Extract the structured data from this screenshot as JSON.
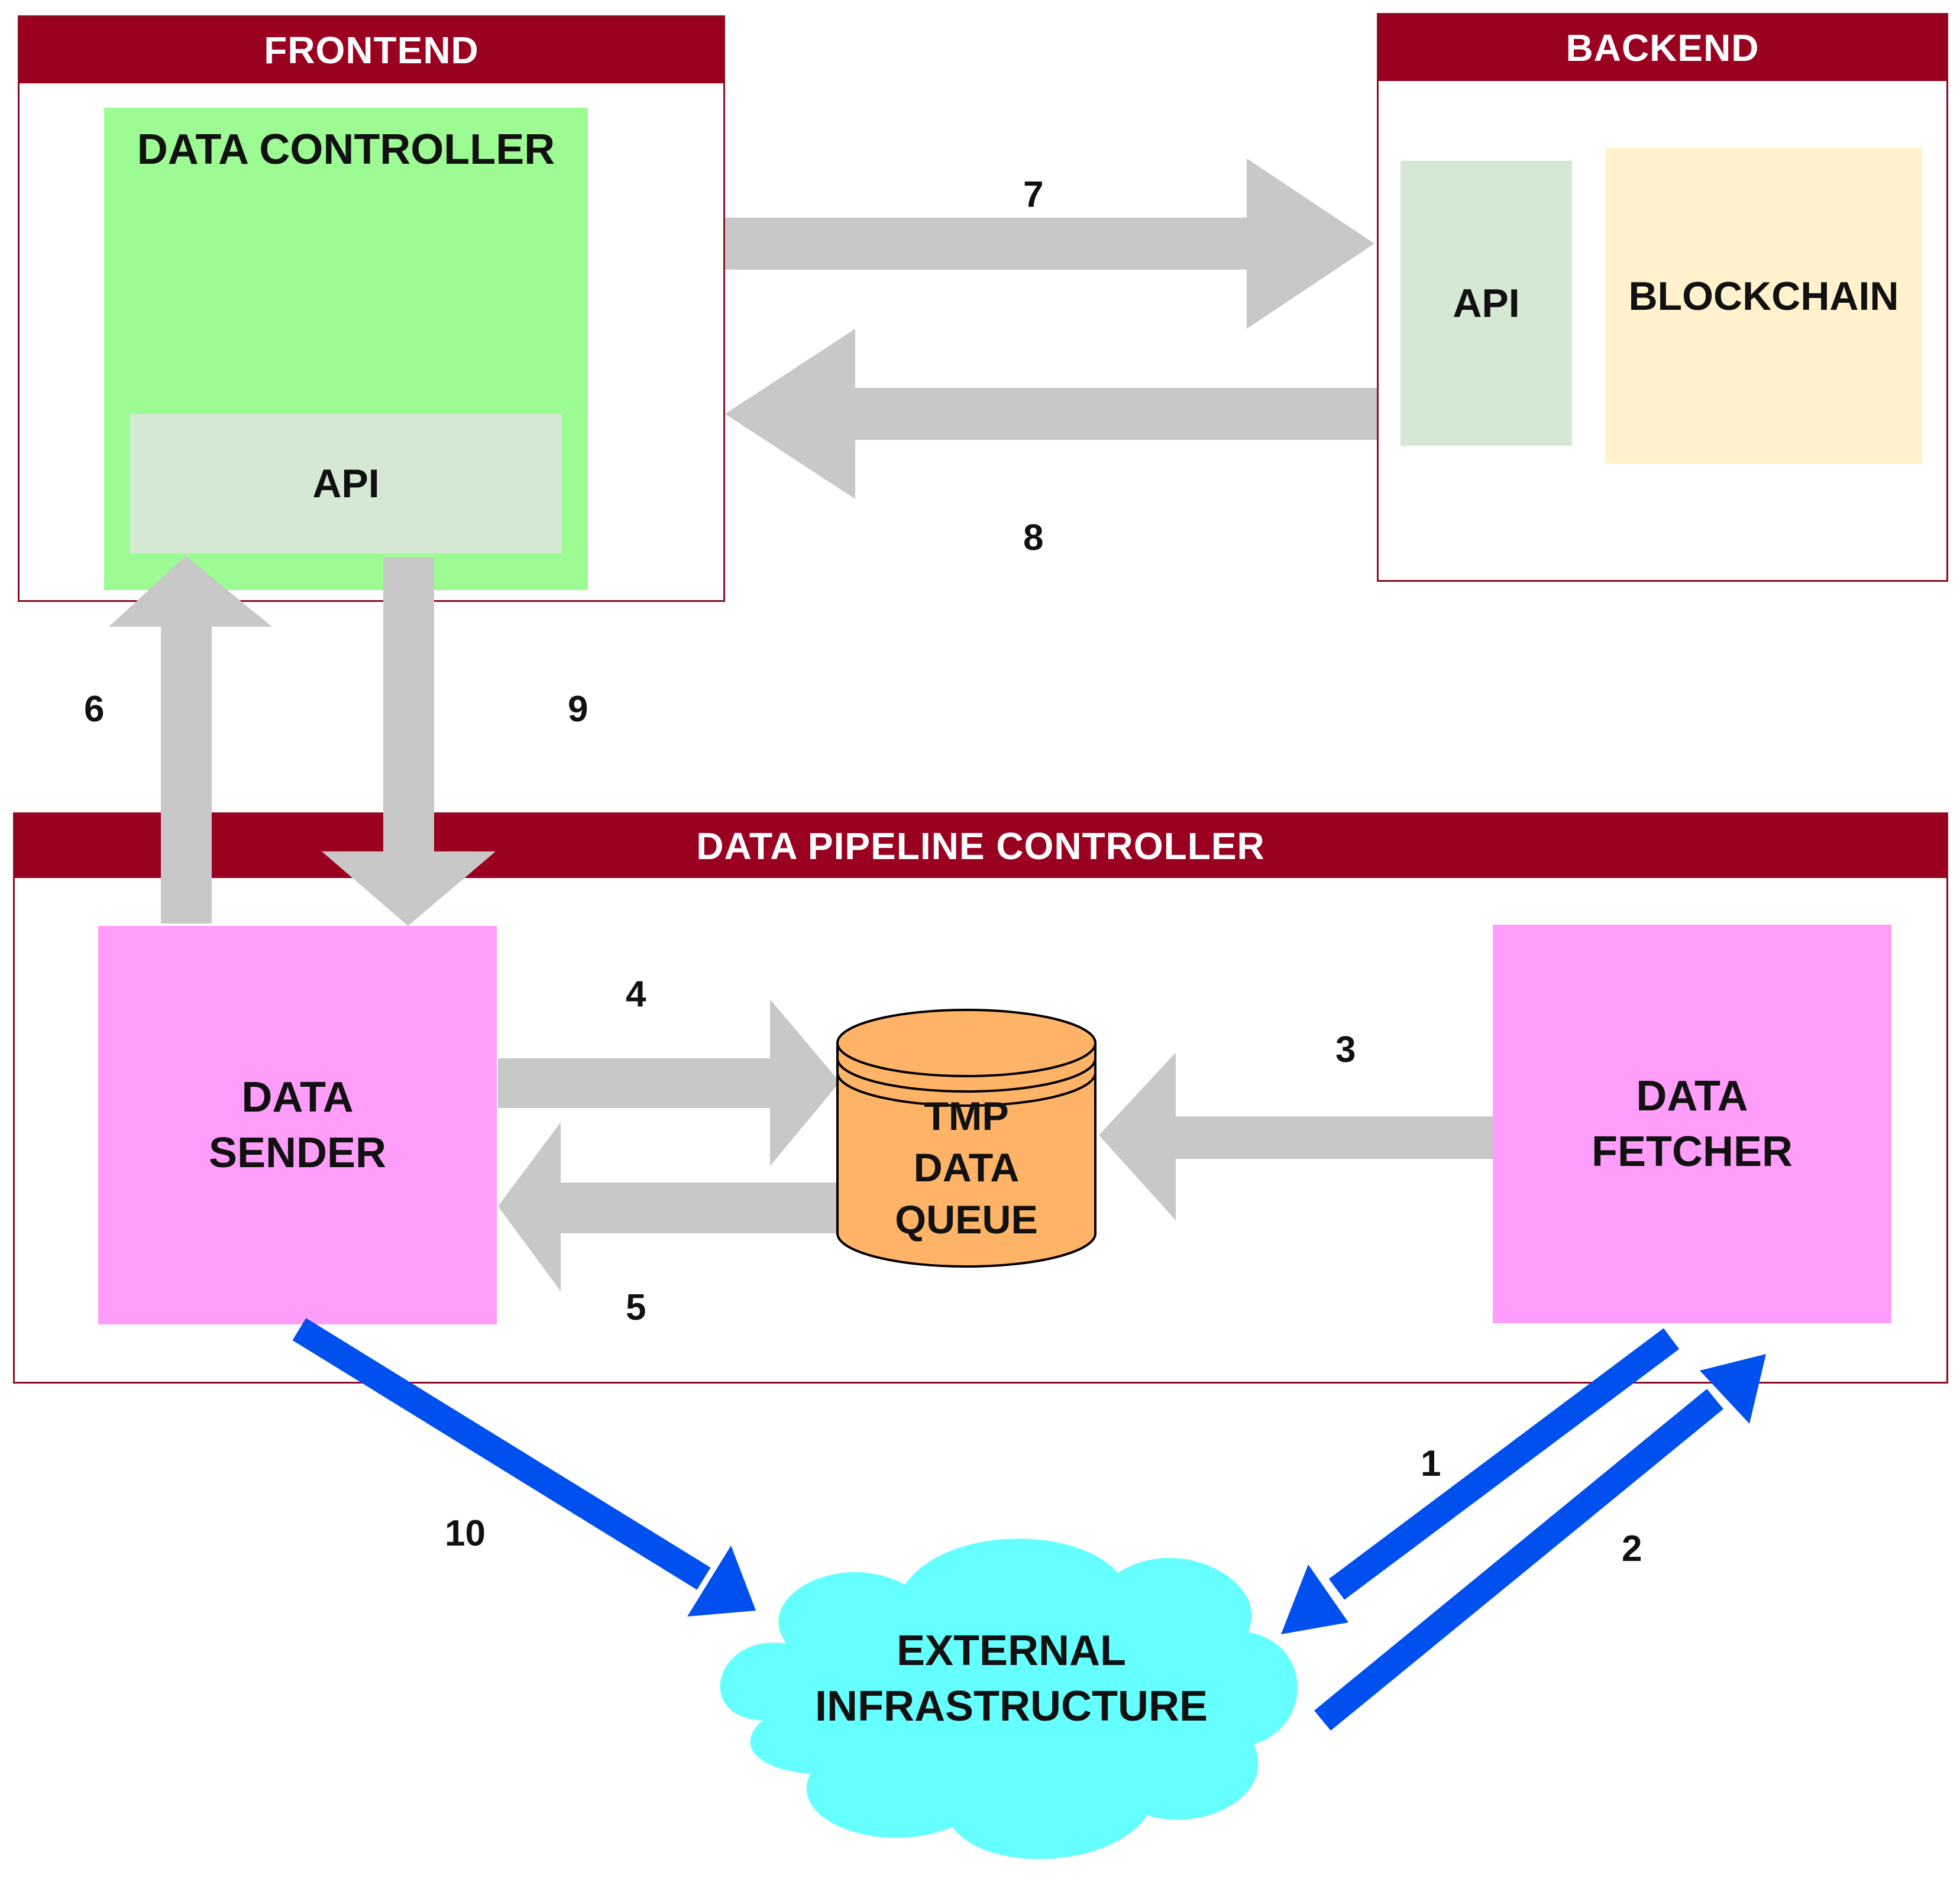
{
  "frontend": {
    "title": "FRONTEND",
    "data_controller": "DATA CONTROLLER",
    "api": "API"
  },
  "backend": {
    "title": "BACKEND",
    "api": "API",
    "blockchain": "BLOCKCHAIN"
  },
  "pipeline": {
    "title": "DATA PIPELINE CONTROLLER",
    "data_sender": "DATA\nSENDER",
    "data_fetcher": "DATA\nFETCHER",
    "queue": "TMP\nDATA\nQUEUE"
  },
  "external": {
    "label": "EXTERNAL\nINFRASTRUCTURE"
  },
  "steps": {
    "s1": "1",
    "s2": "2",
    "s3": "3",
    "s4": "4",
    "s5": "5",
    "s6": "6",
    "s7": "7",
    "s8": "8",
    "s9": "9",
    "s10": "10"
  },
  "colors": {
    "header": "#9a0020",
    "data_controller": "#9dfb93",
    "api_box": "#d5e8d4",
    "blockchain": "#fff2cc",
    "module": "#ff9dfb",
    "queue": "#ffb366",
    "cloud": "#66ffff",
    "gray_arrow": "#c8c8c8",
    "blue_arrow": "#0050ef"
  }
}
